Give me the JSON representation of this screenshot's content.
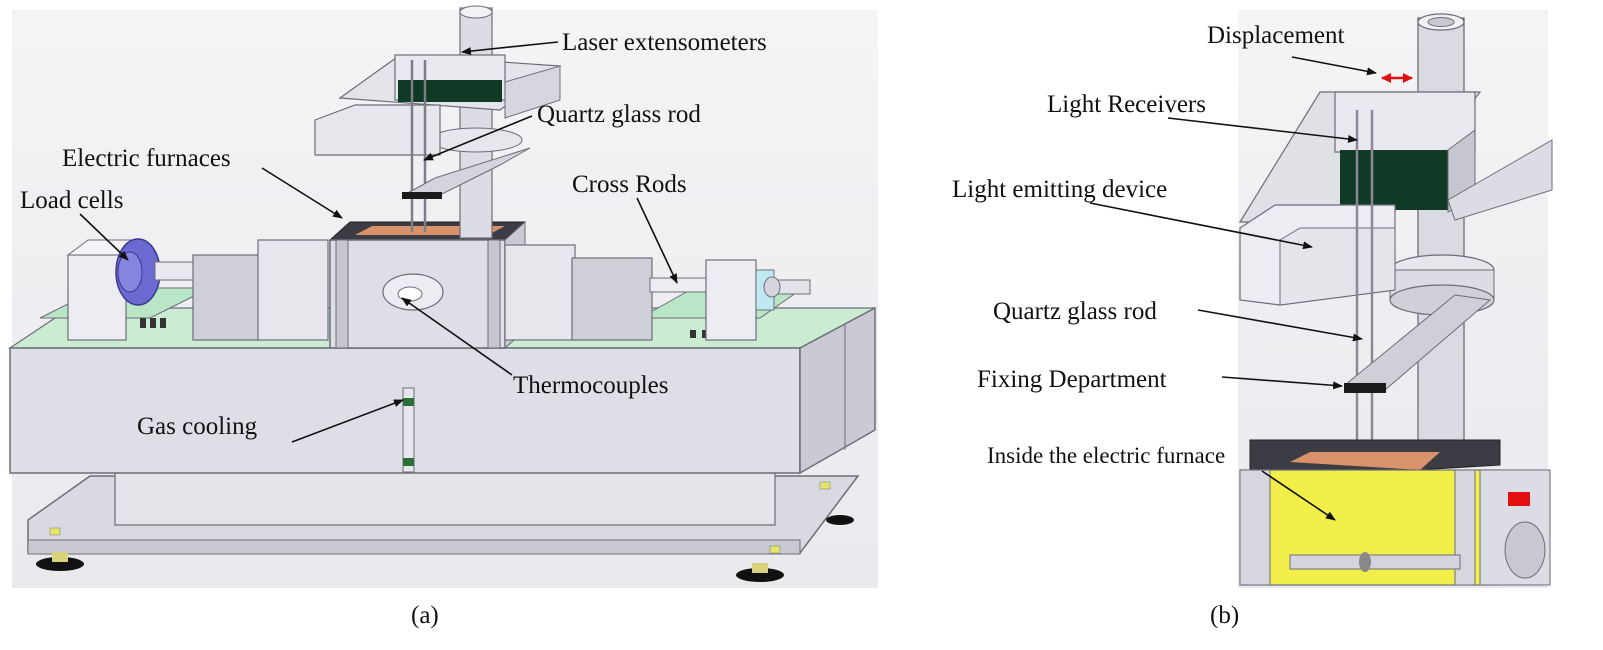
{
  "figure": {
    "panel_a": {
      "caption": "(a)",
      "labels": {
        "laser_extensometers": "Laser extensometers",
        "quartz_glass_rod": "Quartz glass rod",
        "electric_furnaces": "Electric furnaces",
        "cross_rods": "Cross Rods",
        "load_cells": "Load cells",
        "thermocouples": "Thermocouples",
        "gas_cooling": "Gas cooling"
      }
    },
    "panel_b": {
      "caption": "(b)",
      "labels": {
        "displacement": "Displacement",
        "light_receivers": "Light Receivers",
        "light_emitting_device": "Light emitting device",
        "quartz_glass_rod": "Quartz glass rod",
        "fixing_department": "Fixing Department",
        "inside_electric_furnace": "Inside the electric furnace"
      }
    },
    "colors": {
      "machine_grey": "#dcdce4",
      "machine_edge": "#6d6d78",
      "base_green": "#b9e6c6",
      "load_cell_blue": "#6a6ad0",
      "sensor_dark_green": "#0f3a25",
      "furnace_copper": "#d9926a",
      "furnace_yellow": "#f2ee4a",
      "displacement_arrow": "#e01010"
    }
  }
}
